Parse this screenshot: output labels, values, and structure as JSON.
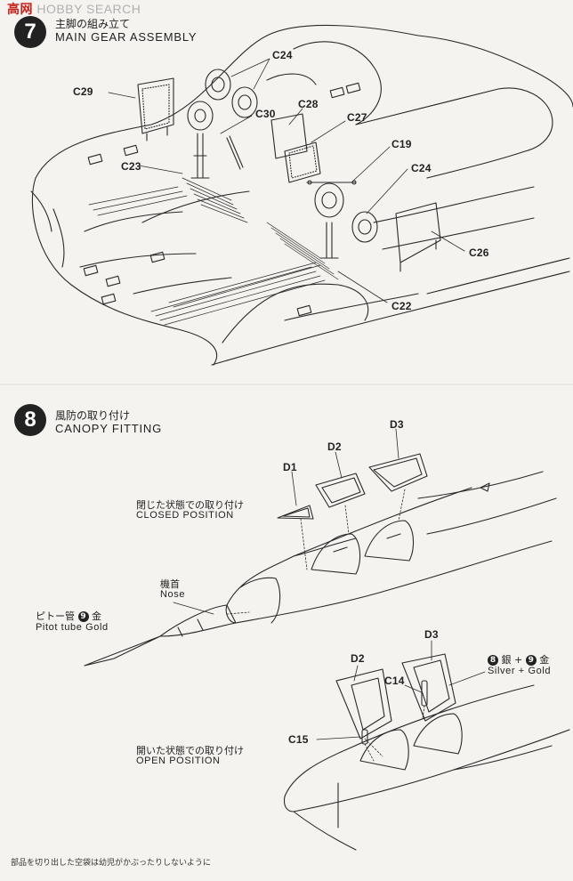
{
  "watermark": {
    "logo": "高网",
    "text": "HOBBY SEARCH"
  },
  "step7": {
    "number": "7",
    "title_jp": "主脚の組み立て",
    "title_en": "MAIN GEAR ASSEMBLY",
    "parts": [
      "C24",
      "C29",
      "C30",
      "C28",
      "C27",
      "C23",
      "C19",
      "C24",
      "C26",
      "C22"
    ]
  },
  "step8": {
    "number": "8",
    "title_jp": "風防の取り付け",
    "title_en": "CANOPY FITTING",
    "closed_jp": "閉じた状態での取り付け",
    "closed_en": "CLOSED POSITION",
    "open_jp": "開いた状態での取り付け",
    "open_en": "OPEN POSITION",
    "nose_jp": "機首",
    "nose_en": "Nose",
    "pitot_jp": "ピトー管",
    "pitot_color_num": "9",
    "pitot_color_jp": "金",
    "pitot_en": "Pitot tube Gold",
    "canopy_color_num1": "8",
    "canopy_color_jp1": "銀",
    "canopy_color_num2": "9",
    "canopy_color_jp2": "金",
    "canopy_color_en": "Silver + Gold",
    "parts_closed": [
      "D1",
      "D2",
      "D3"
    ],
    "parts_open": [
      "D3",
      "D2",
      "C14",
      "C15"
    ]
  },
  "footer_note": "部品を切り出した空袋は幼児がかぶったりしないように"
}
